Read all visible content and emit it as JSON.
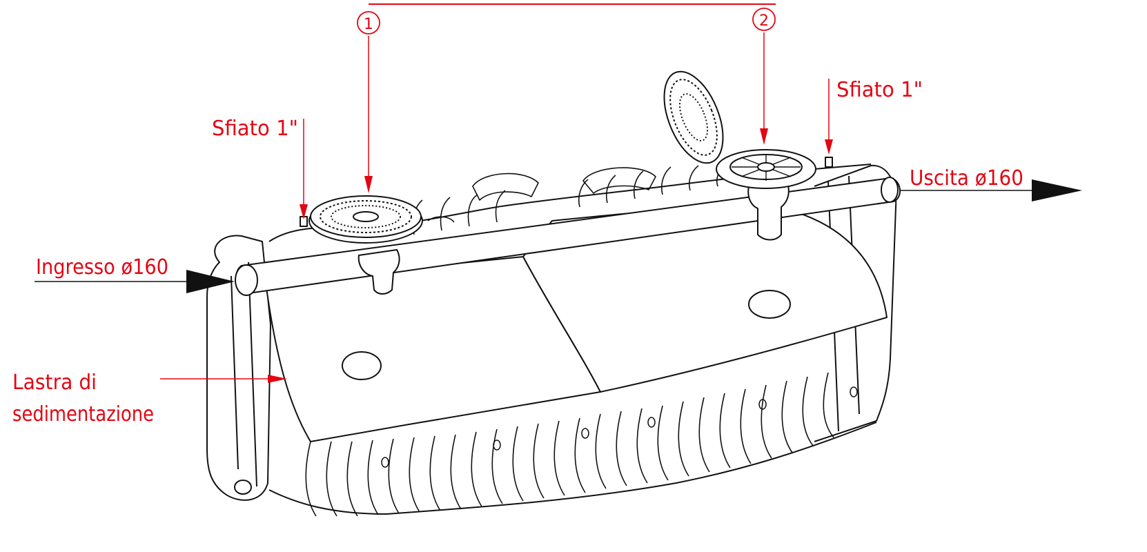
{
  "colors": {
    "annotation": "#e30613",
    "drawing": "#111111",
    "background": "#ffffff"
  },
  "callouts": {
    "marker_1": "1",
    "marker_2": "2"
  },
  "labels": {
    "vent_left": "Sfiato 1\"",
    "vent_right": "Sfiato 1\"",
    "inlet": "Ingresso ø160",
    "outlet": "Uscita ø160",
    "plate_line1": "Lastra di",
    "plate_line2": "sedimentazione"
  }
}
